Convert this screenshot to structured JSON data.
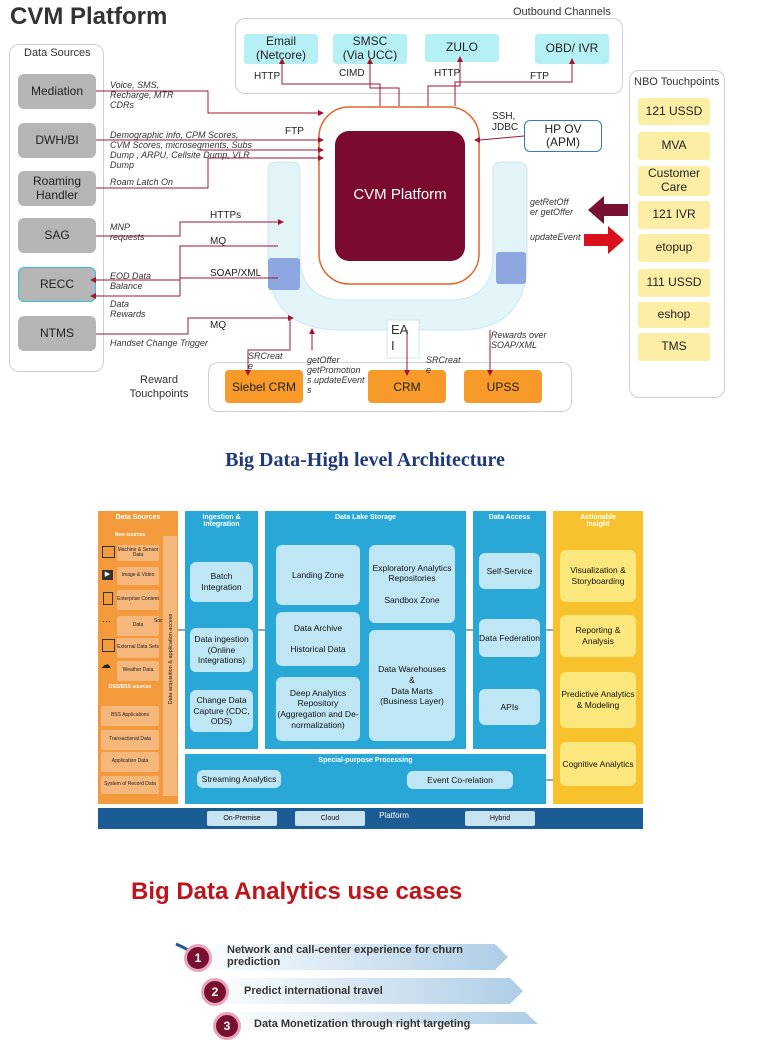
{
  "cvm": {
    "title": "CVM Platform",
    "data_sources_label": "Data Sources",
    "outbound_label": "Outbound Channels",
    "nbo_label": "NBO Touchpoints",
    "reward_label": "Reward Touchpoints",
    "core_label": "CVM Platform",
    "ea_label": "EA\nI",
    "sources": [
      "Mediation",
      "DWH/BI",
      "Roaming Handler",
      "SAG",
      "RECC",
      "NTMS"
    ],
    "source_notes": [
      "Voice, SMS, Recharge, MTR CDRs",
      "Demographic info, CPM Scores, CVM Scores, microsegments, Subs Dump , ARPU, Cellsite Dump, VLR Dump",
      "Roam Latch On",
      "MNP requests",
      "EOD Data Balance",
      "Data Rewards",
      "Handset Change Trigger"
    ],
    "outbound": [
      "Email\n(Netcore)",
      "SMSC\n(Via UCC)",
      "ZULO",
      "OBD/ IVR"
    ],
    "outbound_protocols": [
      "HTTP",
      "CIMD",
      "HTTP",
      "FTP"
    ],
    "source_protocols": [
      "FTP",
      "HTTPs",
      "MQ",
      "SOAP/XML",
      "MQ"
    ],
    "hp_ov": "HP OV\n(APM)",
    "hp_protocol": "SSH,\nJDBC",
    "nbo": [
      "121 USSD",
      "MVA",
      "Customer\nCare",
      "121 IVR",
      "etopup",
      "111 USSD",
      "eshop",
      "TMS"
    ],
    "nbo_notes": [
      "getRetOff er getOffer",
      "updateEvent"
    ],
    "rewards": [
      "Siebel CRM",
      "CRM",
      "UPSS"
    ],
    "reward_notes": [
      "SRCreat e",
      "getOffer getPromotion s updateEvent s",
      "SRCreat e",
      "Rewards over SOAP/XML"
    ]
  },
  "bigdata": {
    "heading": "Big Data-High level Architecture",
    "data_sources": {
      "title": "Data Sources",
      "new_sources": "New sources",
      "items": [
        "Machine & Sensor Data",
        "Image & Video",
        "Enterprise Content",
        "Data",
        "External Data Sets",
        "Weather Data"
      ],
      "oss_bss": "OSS/BSS sources",
      "oss_items": [
        "BSS Applications",
        "Transactional Data",
        "Application Data",
        "System of Record Data"
      ],
      "side_label": "Data acquisition & application access",
      "soc": "Soc"
    },
    "ingestion": {
      "title": "Ingestion & Integration",
      "items": [
        "Batch Integration",
        "Data ingestion (Online Integrations)",
        "Change Data Capture (CDC, ODS)"
      ]
    },
    "lake": {
      "title": "Data Lake Storage",
      "items": [
        "Landing Zone",
        "Exploratory Analytics Repositories\n\nSandbox Zone",
        "Data Archive\n\nHistorical Data",
        "Deep Analytics Repository (Aggregation and De-normalization)",
        "Data Warehouses\n&\nData Marts\n(Business Layer)"
      ]
    },
    "access": {
      "title": "Data Access",
      "items": [
        "Self-Service",
        "Data Federation",
        "APIs"
      ]
    },
    "insight": {
      "title": "Actionable Insight",
      "items": [
        "Visualization & Storyboarding",
        "Reporting & Analysis",
        "Predictive Analytics & Modeling",
        "Cognitive Analytics"
      ]
    },
    "special": {
      "title": "Special-purpose Processing",
      "items": [
        "Streaming Analytics",
        "Event Co-relation"
      ]
    },
    "platform": {
      "title": "Platform",
      "items": [
        "On-Premise",
        "Cloud",
        "Hybrid"
      ]
    }
  },
  "usecases": {
    "heading": "Big Data Analytics use cases",
    "items": [
      {
        "num": "1",
        "text": "Network and call-center experience for churn prediction"
      },
      {
        "num": "2",
        "text": "Predict international travel"
      },
      {
        "num": "3",
        "text": "Data Monetization through right targeting"
      }
    ]
  },
  "colors": {
    "core": "#7a0a2e",
    "orange": "#f79a2a",
    "cyan": "#b5f0f5",
    "yellow": "#fdeea5",
    "bd_blue": "#29a8d8",
    "bd_orange": "#f39a3c",
    "bd_insight": "#f7c22d",
    "platform": "#1a5c93"
  }
}
